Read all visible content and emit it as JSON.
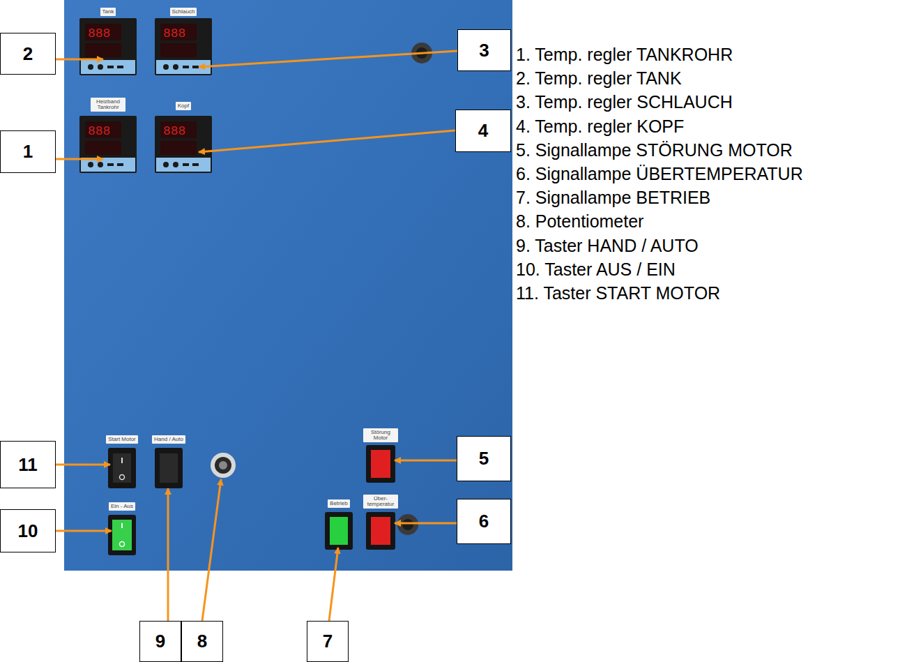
{
  "diagram": {
    "nodes": [
      {
        "text": [
          "2"
        ]
      },
      {
        "text": [
          "3"
        ]
      },
      {
        "text": [
          "1"
        ]
      },
      {
        "text": [
          "4"
        ]
      },
      {
        "text": [
          "11"
        ]
      },
      {
        "text": [
          "5"
        ]
      },
      {
        "text": [
          "10"
        ]
      },
      {
        "text": [
          "6"
        ]
      },
      {
        "text": [
          "9"
        ]
      },
      {
        "text": [
          "8"
        ]
      },
      {
        "text": [
          "7"
        ]
      }
    ],
    "labels": [
      "1. Temp. regler TANKROHR",
      "2. Temp. regler TANK",
      "3. Temp. regler SCHLAUCH",
      "4. Temp. regler KOPF",
      "5. Signallampe STÖRUNG MOTOR",
      "6. Signallampe ÜBERTEMPERATUR",
      "7. Signallampe BETRIEB",
      "8. Potentiometer",
      "9. Taster HAND / AUTO",
      "10. Taster AUS / EIN",
      "11. Taster START MOTOR",
      "Tank",
      "Schlauch",
      "Heizband Tankrohr",
      "Kopf",
      "Start Motor",
      "Hand / Auto",
      "Ein - Aus",
      "Betrieb",
      "Störung Motor",
      "Über-temperatur"
    ]
  }
}
